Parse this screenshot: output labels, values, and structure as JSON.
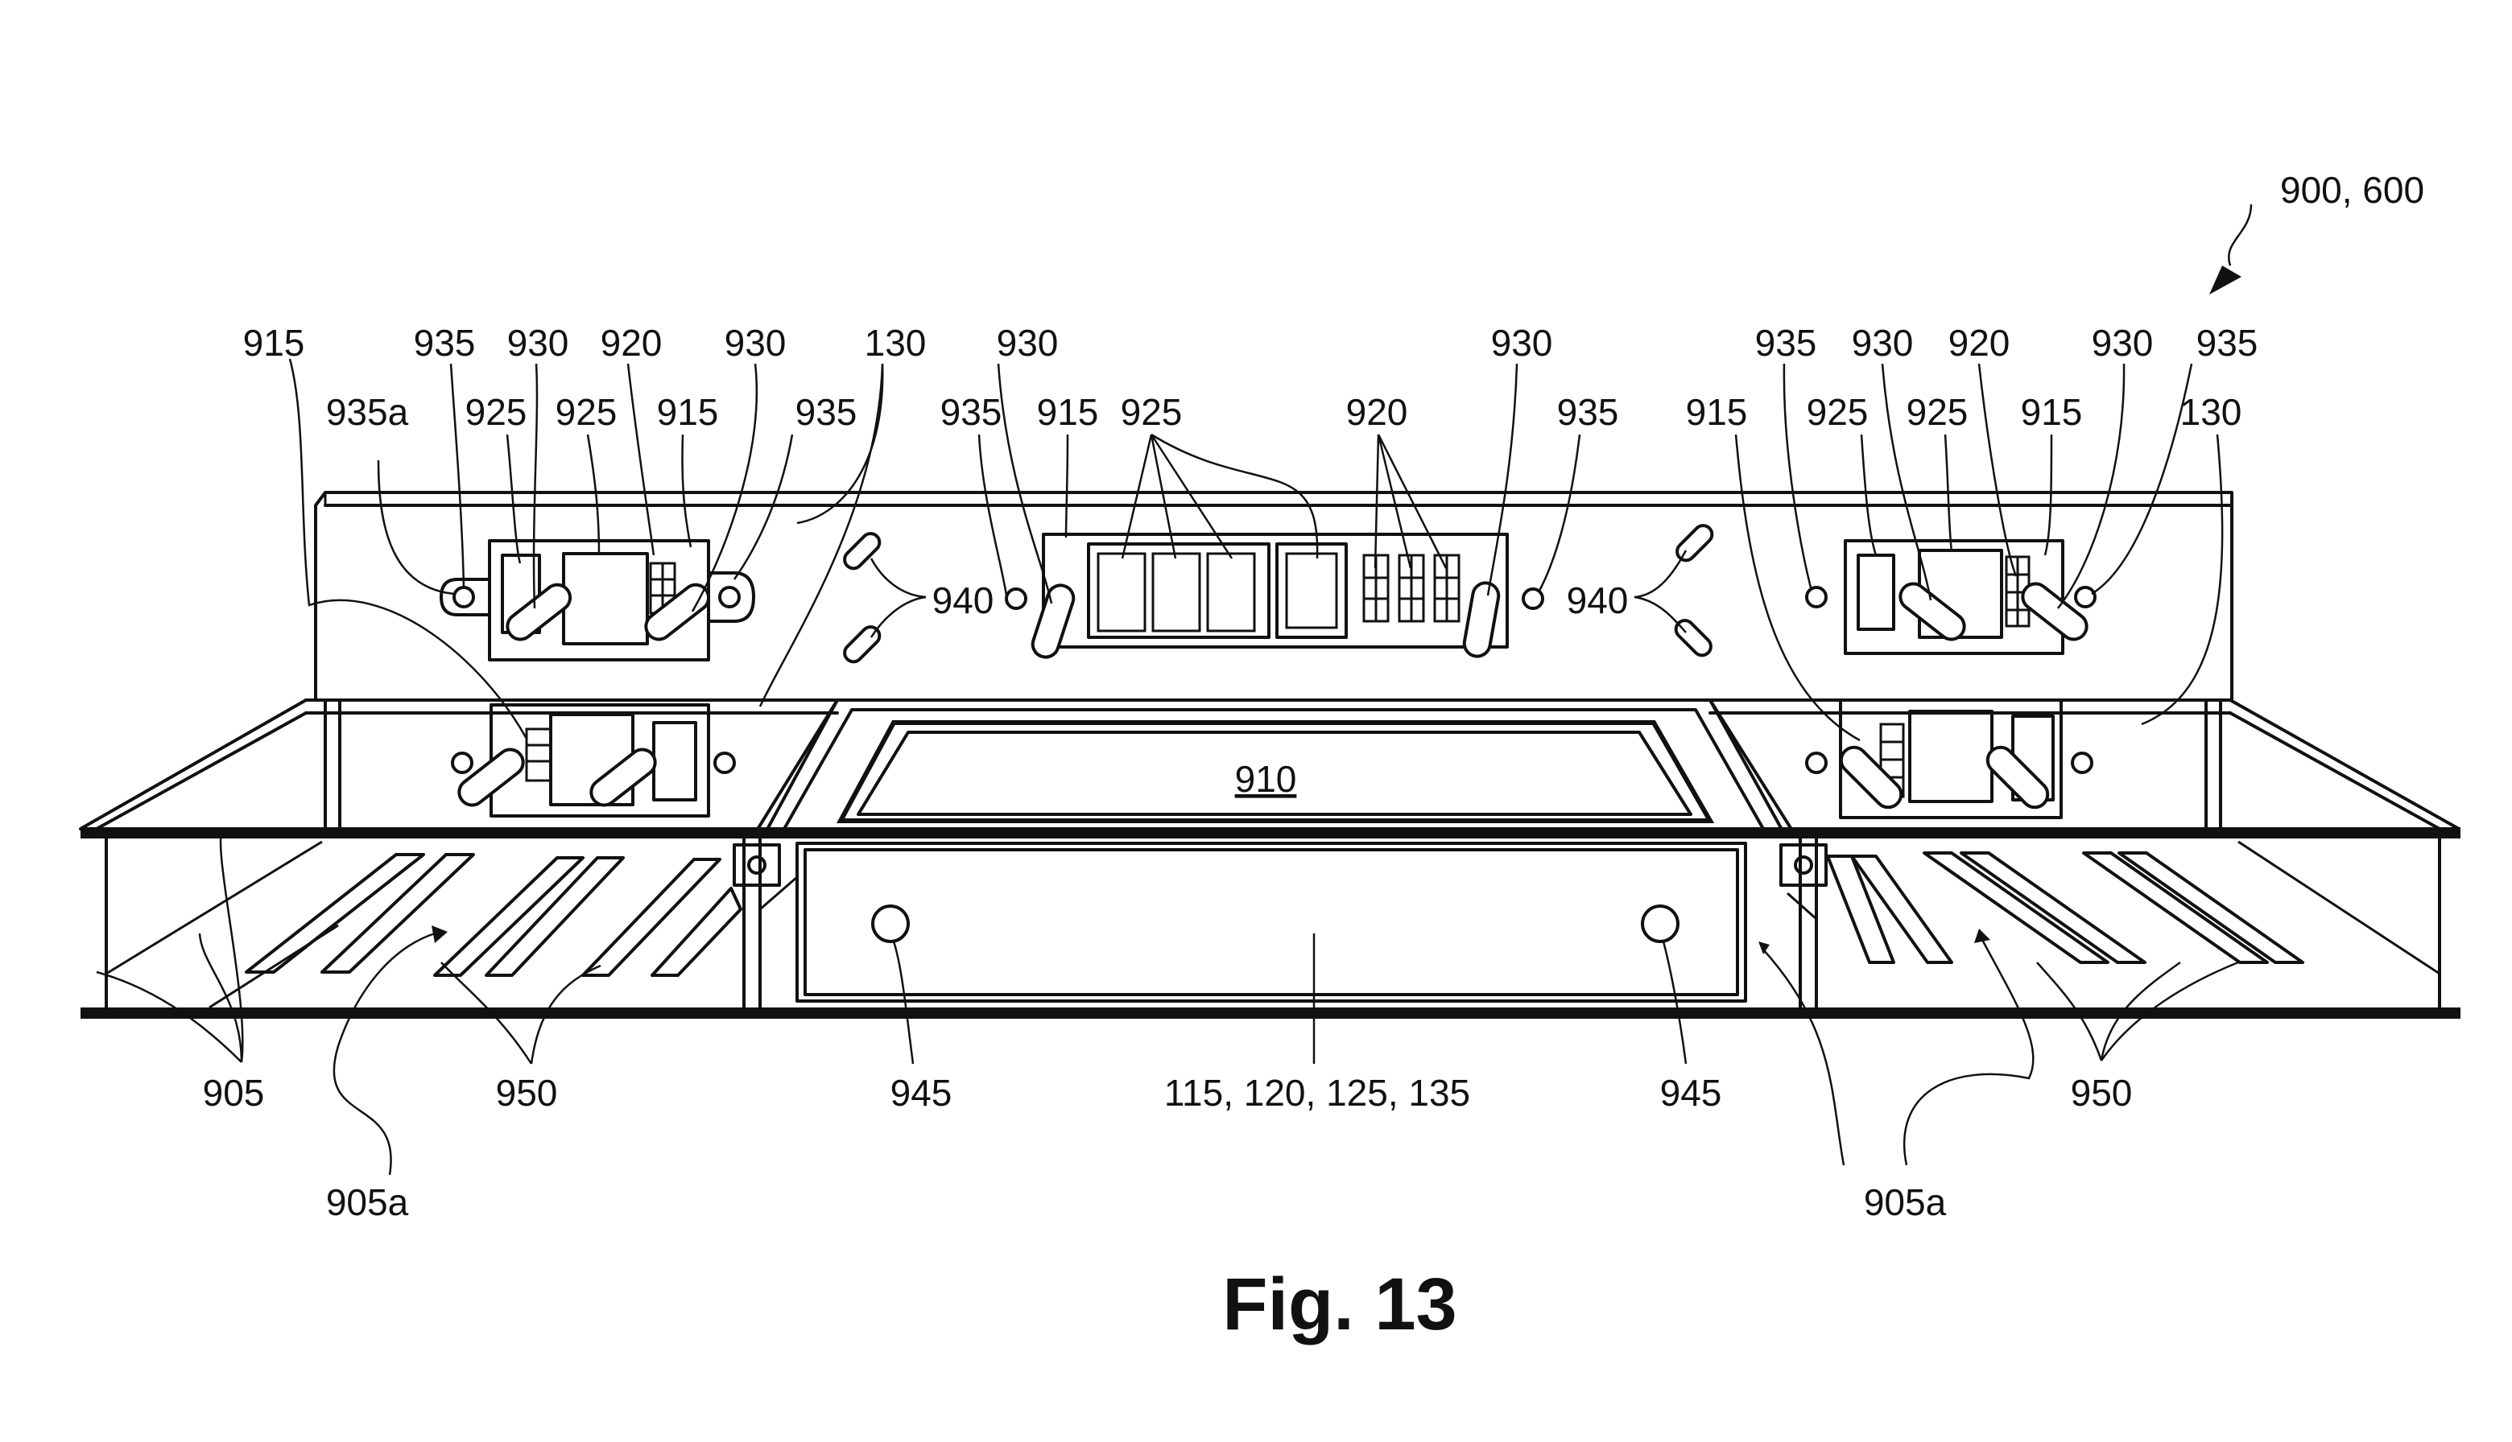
{
  "figure": {
    "caption": "Fig. 13",
    "labels": {
      "l900": "900, 600",
      "l915a": "915",
      "l935a1": "935",
      "l930a1": "930",
      "l920a": "920",
      "l930a2": "930",
      "l130a": "130",
      "l930b1": "930",
      "l930b2": "930",
      "l935c1": "935",
      "l930c1": "930",
      "l920c": "920",
      "l930c2": "930",
      "l935c2": "935",
      "l935aa": "935a",
      "l925a1": "925",
      "l925a2": "925",
      "l915a2": "915",
      "l935a2": "935",
      "l935b1": "935",
      "l915b": "915",
      "l925b": "925",
      "l920b": "920",
      "l935b2": "935",
      "l915c1": "915",
      "l925c1": "925",
      "l925c2": "925",
      "l915c2": "915",
      "l130c": "130",
      "l940a": "940",
      "l940b": "940",
      "l910": "910",
      "l905": "905",
      "l950a": "950",
      "l945a": "945",
      "l115": "115, 120, 125, 135",
      "l945b": "945",
      "l950b": "950",
      "l905aa": "905a",
      "l905ab": "905a"
    }
  }
}
